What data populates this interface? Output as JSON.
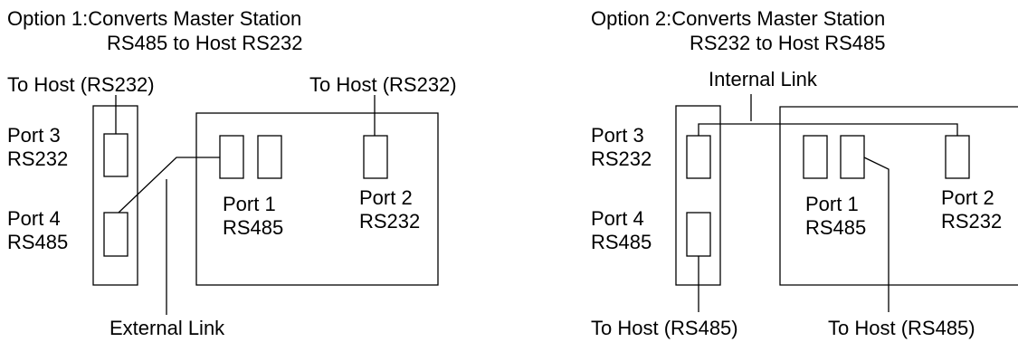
{
  "option1": {
    "title_line1": "Option 1:Converts Master Station",
    "title_line2": "RS485 to Host RS232",
    "to_host_left": "To Host (RS232)",
    "to_host_right": "To Host (RS232)",
    "port3": [
      "Port 3",
      "RS232"
    ],
    "port4": [
      "Port 4",
      "RS485"
    ],
    "port1": [
      "Port 1",
      "RS485"
    ],
    "port2": [
      "Port 2",
      "RS232"
    ],
    "link_label": "External Link"
  },
  "option2": {
    "title_line1": "Option 2:Converts Master Station",
    "title_line2": "RS232 to Host RS485",
    "link_label": "Internal Link",
    "port3": [
      "Port 3",
      "RS232"
    ],
    "port4": [
      "Port 4",
      "RS485"
    ],
    "port1": [
      "Port 1",
      "RS485"
    ],
    "port2": [
      "Port 2",
      "RS232"
    ],
    "to_host_left": "To Host (RS485)",
    "to_host_right": "To Host (RS485)"
  }
}
